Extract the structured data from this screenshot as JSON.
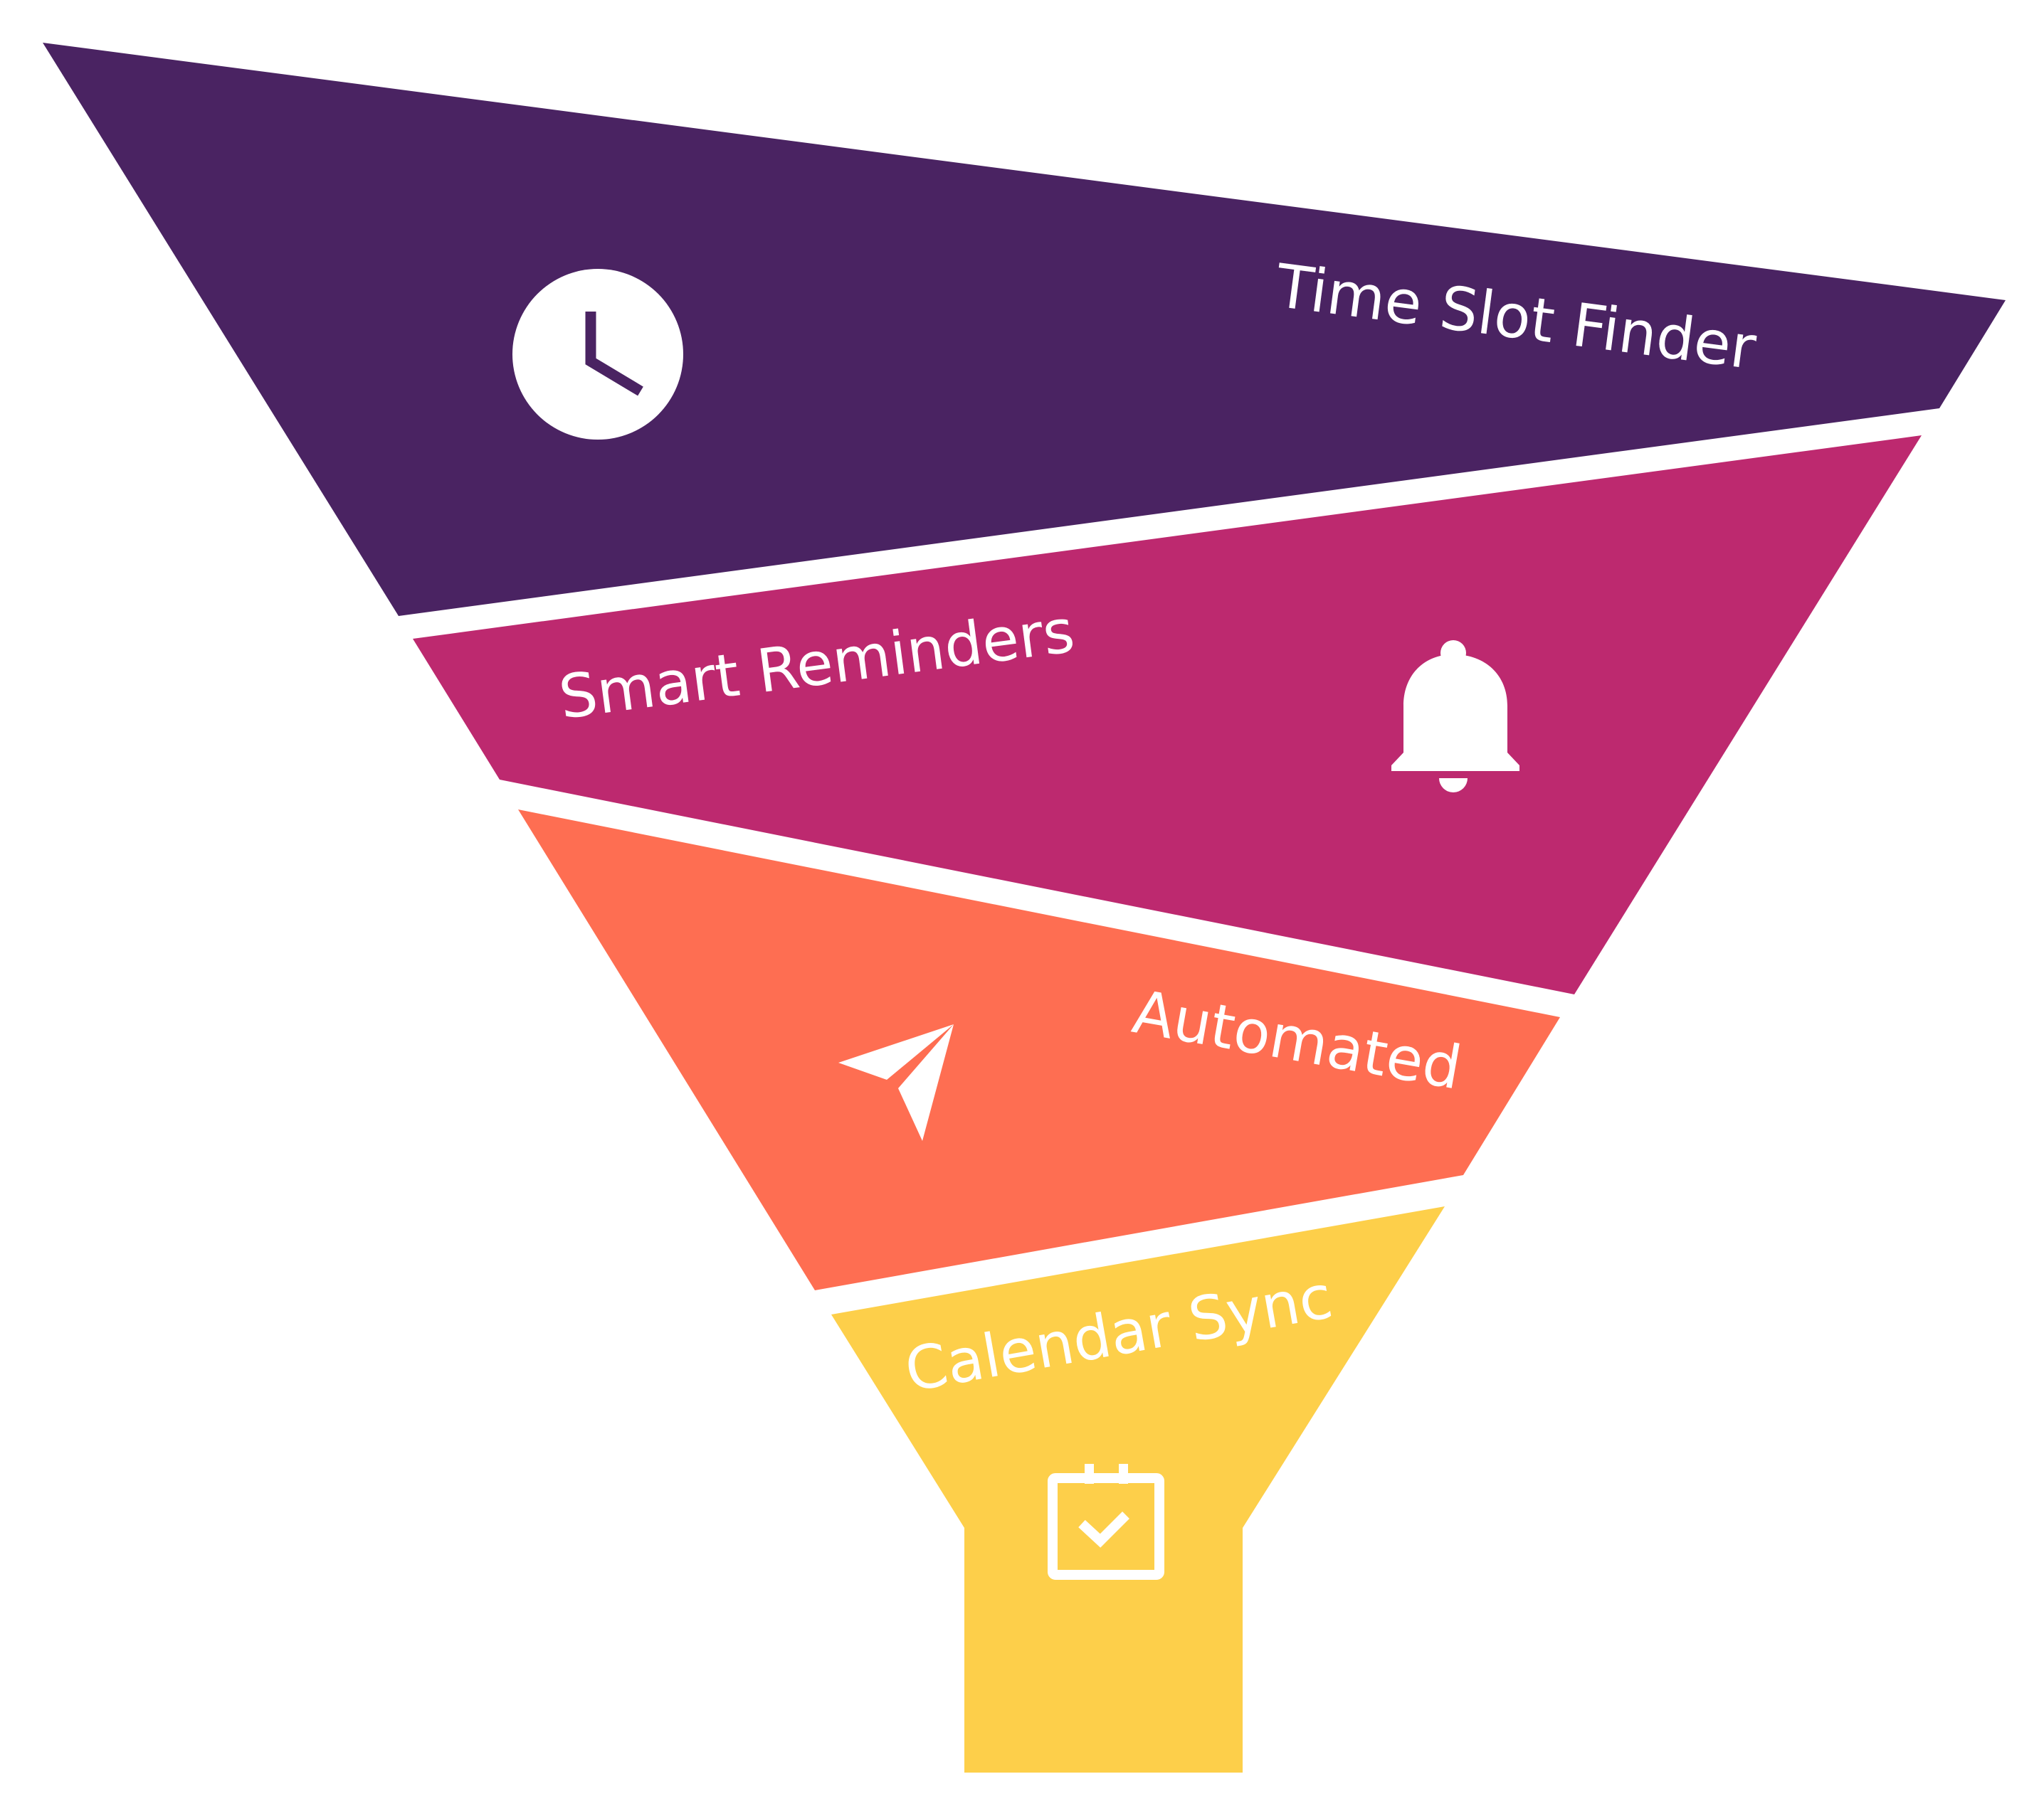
{
  "diagram": {
    "type": "funnel",
    "stages": [
      {
        "label": "Time Slot Finder",
        "icon": "clock-icon",
        "color": "#4a2362"
      },
      {
        "label": "Smart Reminders",
        "icon": "bell-icon",
        "color": "#bd296f"
      },
      {
        "label": "Automated",
        "icon": "paper-plane-icon",
        "color": "#fe6e52"
      },
      {
        "label": "Calendar Sync",
        "icon": "calendar-check-icon",
        "color": "#fdcf4a"
      }
    ]
  }
}
